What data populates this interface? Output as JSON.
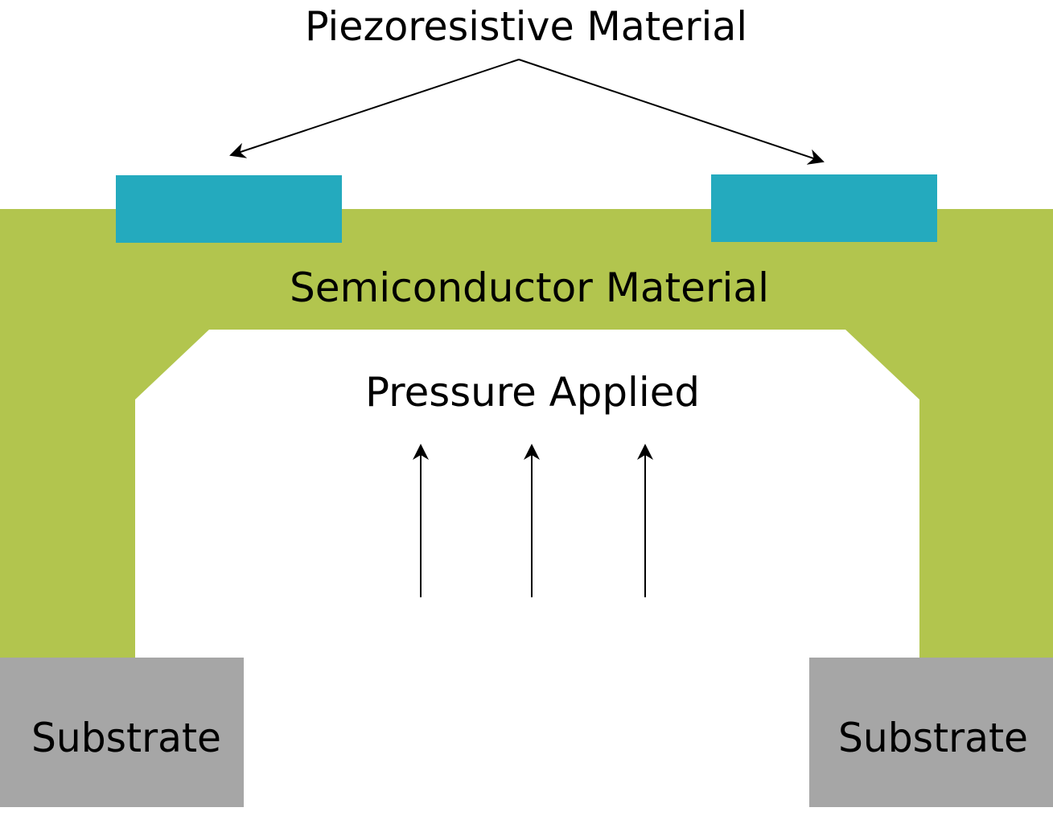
{
  "colors": {
    "semiconductor": "#b2c54e",
    "piezoresistor": "#24aabe",
    "substrate": "#a6a6a6",
    "arrow": "#000000",
    "background": "#ffffff"
  },
  "labels": {
    "piezoresistive": "Piezoresistive Material",
    "semiconductor": "Semiconductor Material",
    "pressure": "Pressure Applied",
    "substrate_left": "Substrate",
    "substrate_right": "Substrate"
  },
  "pressure_arrow_count": 3
}
